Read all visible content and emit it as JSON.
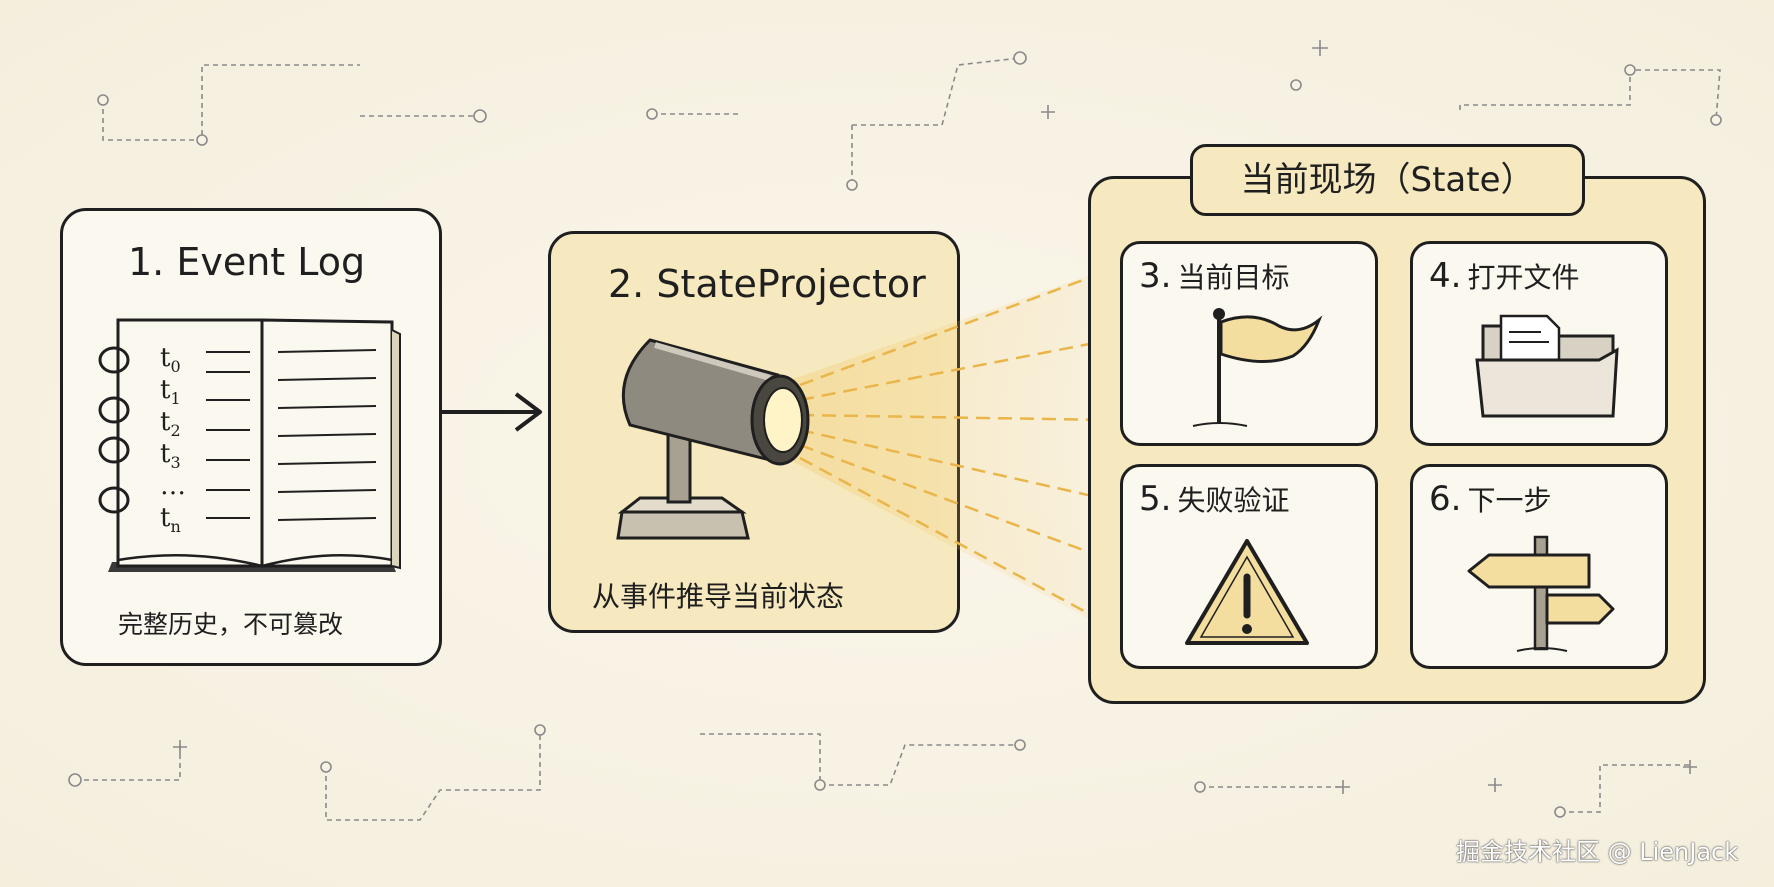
{
  "event_log": {
    "title": "1. Event Log",
    "caption": "完整历史，不可篡改",
    "ticks": [
      "t",
      "t",
      "t",
      "t",
      "…",
      "t"
    ],
    "tick_subs": [
      "0",
      "1",
      "2",
      "3",
      "",
      "n"
    ]
  },
  "projector": {
    "title": "2. StateProjector",
    "caption": "从事件推导当前状态"
  },
  "state": {
    "header": "当前现场（State）",
    "cards": [
      {
        "num": "3.",
        "label": "当前目标",
        "icon": "flag-icon"
      },
      {
        "num": "4.",
        "label": "打开文件",
        "icon": "folder-icon"
      },
      {
        "num": "5.",
        "label": "失败验证",
        "icon": "warning-icon"
      },
      {
        "num": "6.",
        "label": "下一步",
        "icon": "signpost-icon"
      }
    ]
  },
  "watermark": "掘金技术社区 @ LienJack",
  "colors": {
    "background": "#f7f2e4",
    "panel_yellow": "#f6e9bf",
    "light_beam": "#f2c25a",
    "ink": "#1f1f1f"
  }
}
